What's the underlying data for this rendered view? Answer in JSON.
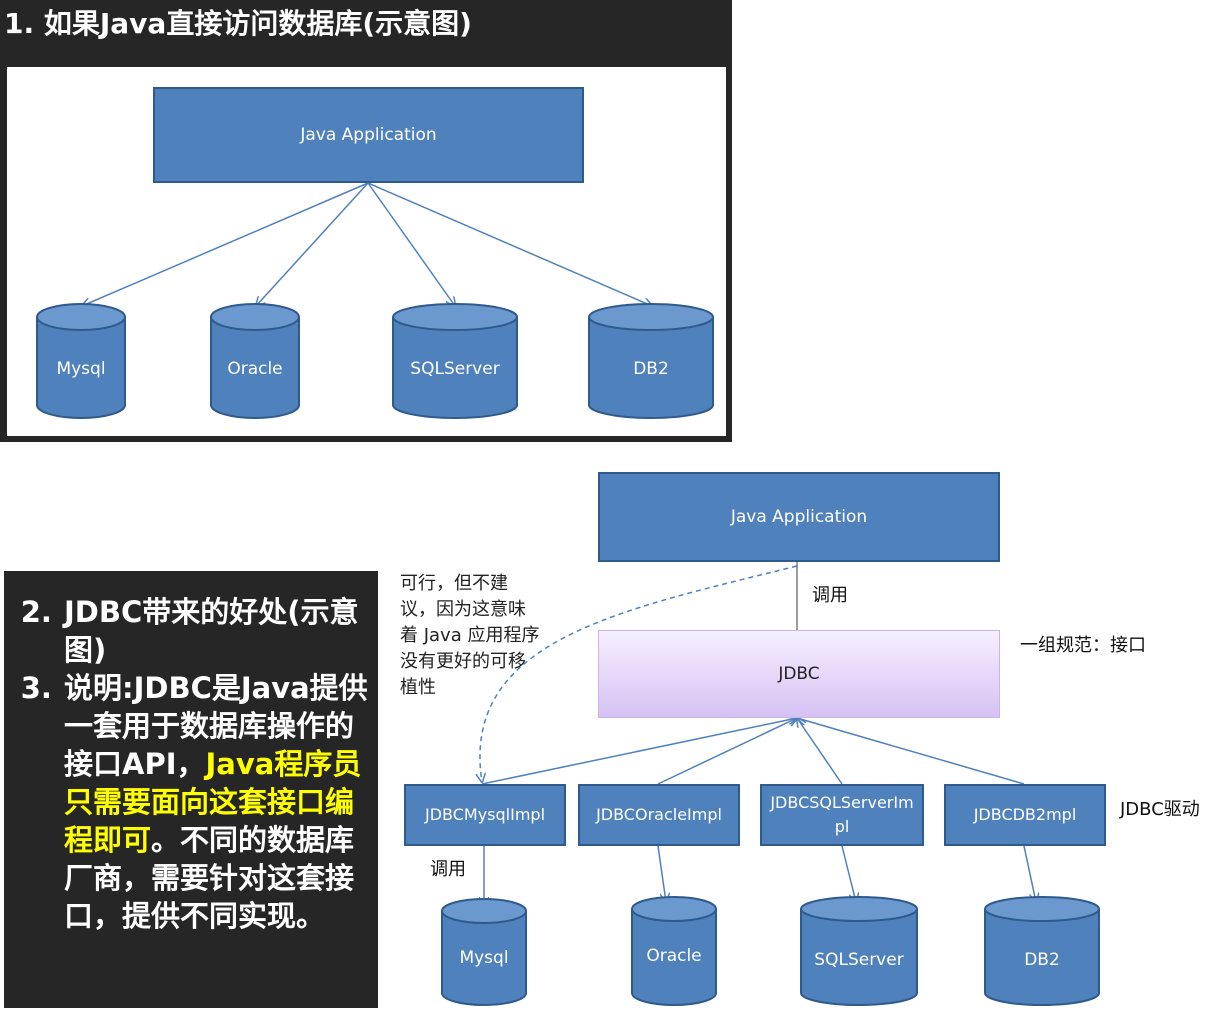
{
  "panel1": {
    "title": "1. 如果Java直接访问数据库(示意图)",
    "app_label": "Java Application",
    "databases": [
      "Mysql",
      "Oracle",
      "SQLServer",
      "DB2"
    ]
  },
  "panel2": {
    "items": [
      {
        "text": "JDBC带来的好处(示意图)"
      },
      {
        "pre": "说明:JDBC是Java提供一套用于数据库操作的接口API，",
        "highlight": "Java程序员只需要面向这套接口编程即可",
        "post": "。不同的数据库厂商，需要针对这套接口，提供不同实现。"
      }
    ]
  },
  "diagram2": {
    "app_label": "Java Application",
    "call_label": "调用",
    "jdbc_label": "JDBC",
    "spec_label": "一组规范：接口",
    "note": "可行，但不建议，因为这意味着 Java 应用程序没有更好的可移植性",
    "drivers": [
      "JDBCMysqlImpl",
      "JDBCOracleImpl",
      "JDBCSQLServerImpl",
      "JDBCDB2mpl"
    ],
    "driver_group_label": "JDBC驱动",
    "call_label_2": "调用",
    "databases": [
      "Mysql",
      "Oracle",
      "SQLServer",
      "DB2"
    ]
  },
  "colors": {
    "box_fill": "#4f81bd",
    "box_border": "#2f5a8c",
    "panel_bg": "#262626",
    "highlight": "#ffff00",
    "jdbc_fill": "#e2d4f7"
  }
}
